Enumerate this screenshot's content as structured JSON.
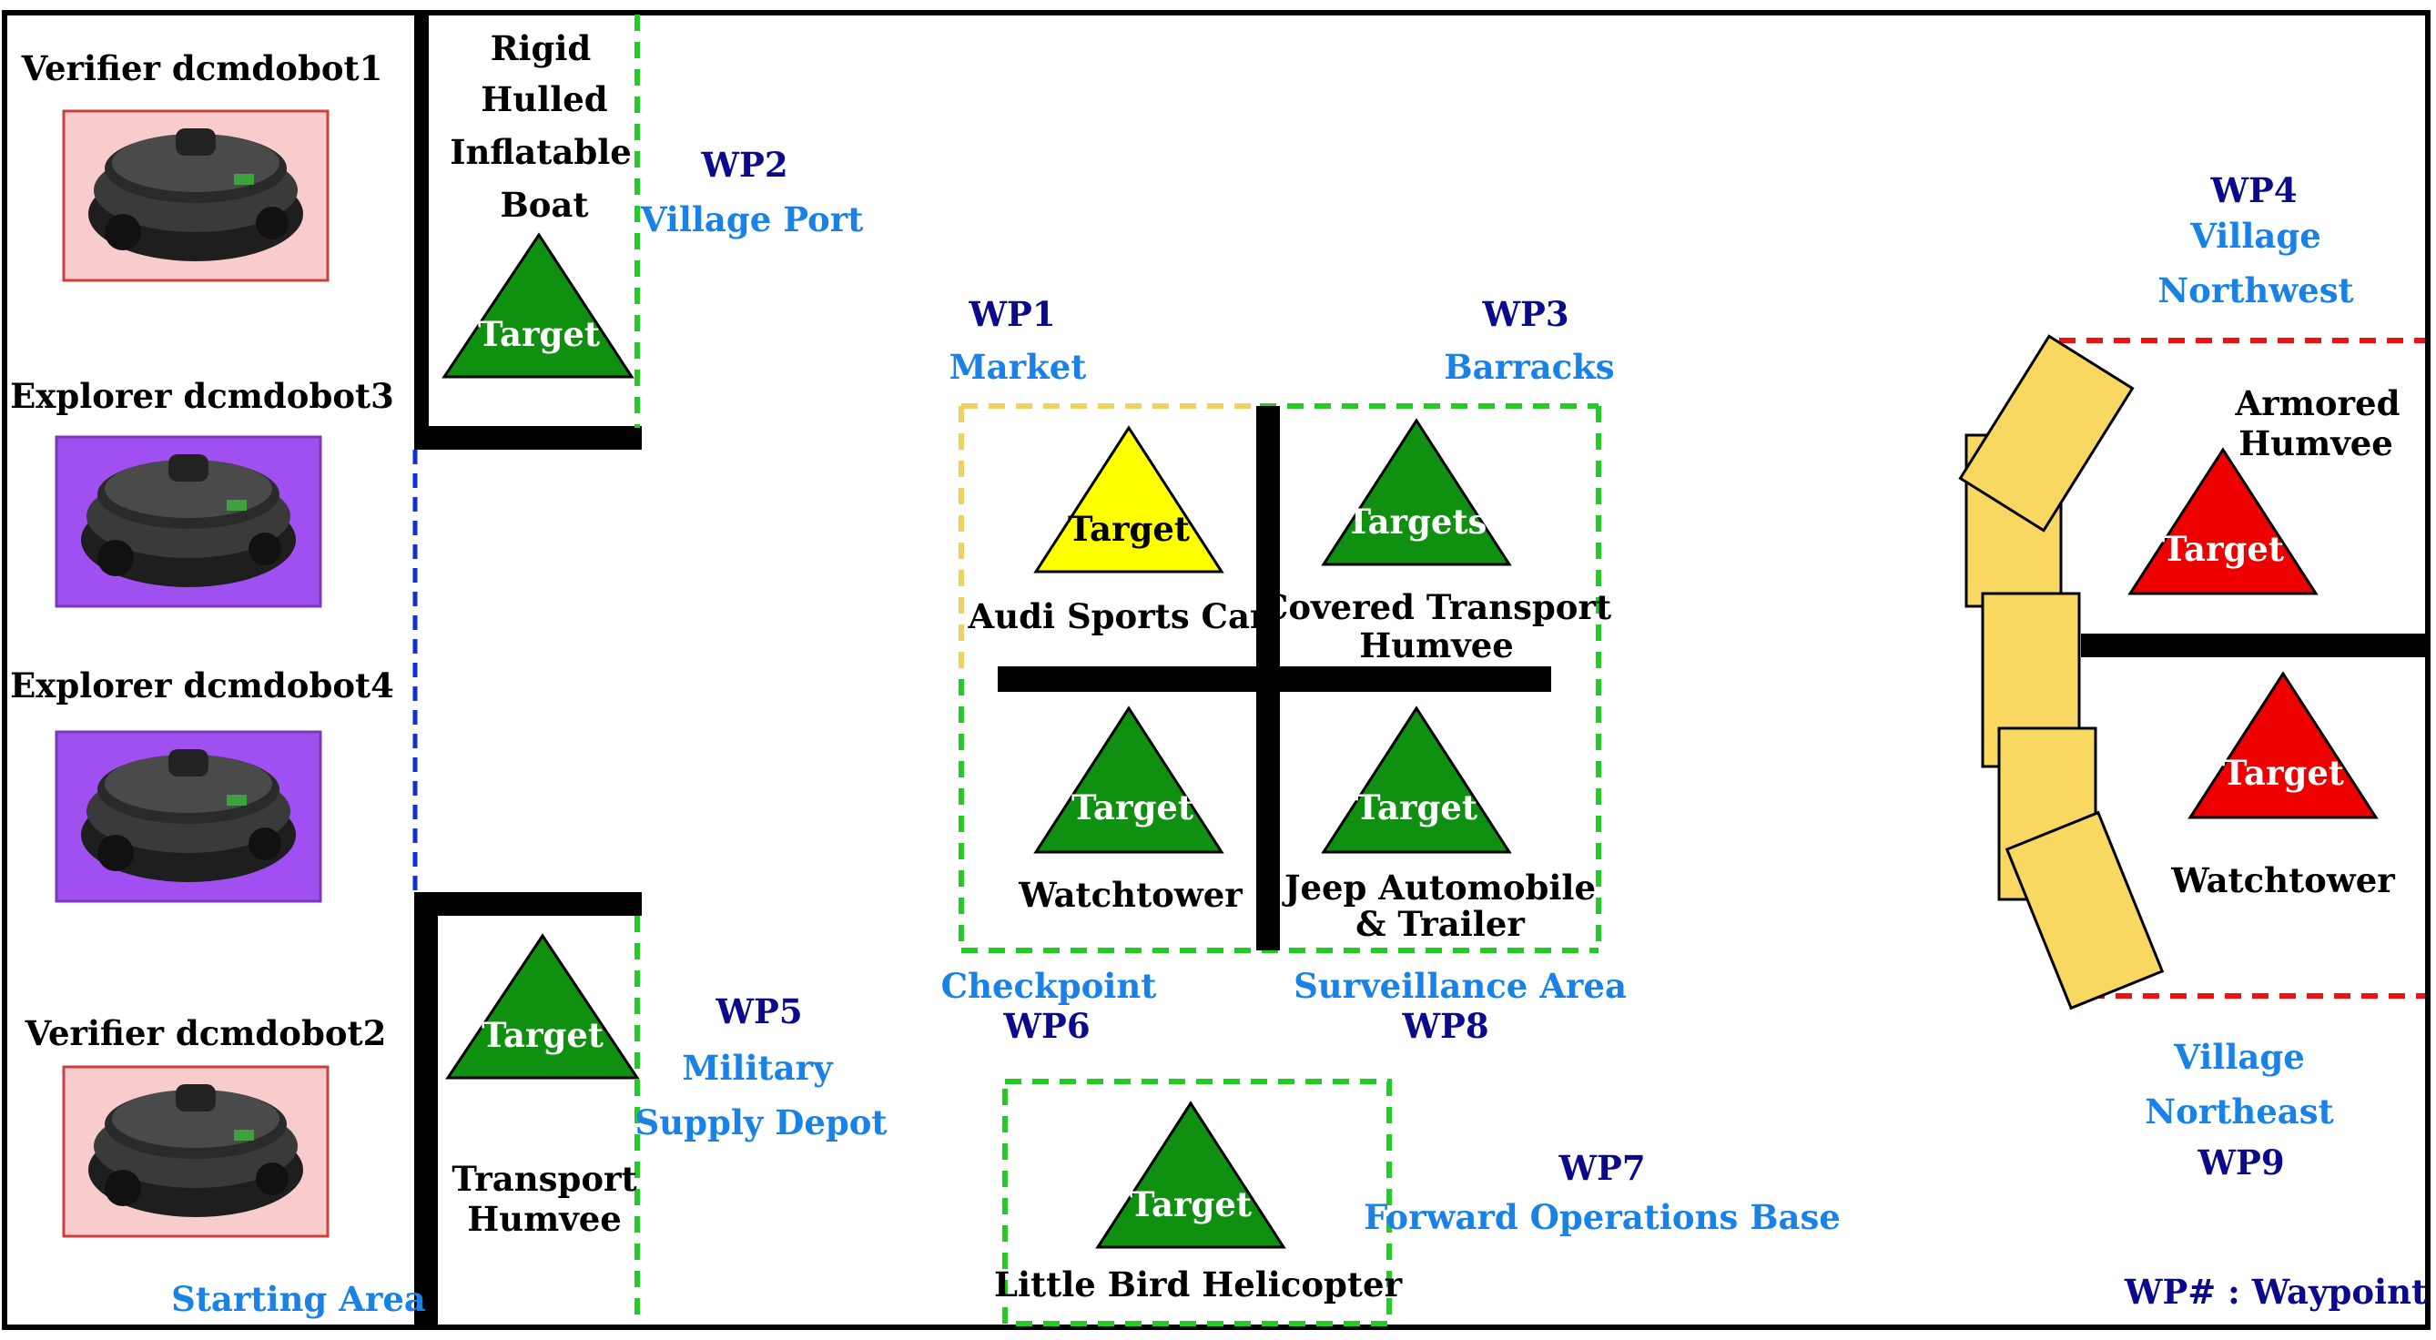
{
  "robots": [
    {
      "label": "Verifier dcmdobot1",
      "role": "verifier",
      "color": "#f8cccc"
    },
    {
      "label": "Explorer dcmdobot3",
      "role": "explorer",
      "color": "#a050f0"
    },
    {
      "label": "Explorer dcmdobot4",
      "role": "explorer",
      "color": "#a050f0"
    },
    {
      "label": "Verifier dcmdobot2",
      "role": "verifier",
      "color": "#f8cccc"
    }
  ],
  "starting_area": "Starting Area",
  "waypoints": {
    "wp1": {
      "id": "WP1",
      "name": "Market"
    },
    "wp2": {
      "id": "WP2",
      "name": "Village Port"
    },
    "wp3": {
      "id": "WP3",
      "name": "Barracks"
    },
    "wp4": {
      "id": "WP4",
      "name_line1": "Village",
      "name_line2": "Northwest"
    },
    "wp5": {
      "id": "WP5",
      "name_line1": "Military",
      "name_line2": "Supply Depot"
    },
    "wp6": {
      "id": "WP6",
      "name": "Checkpoint"
    },
    "wp7": {
      "id": "WP7",
      "name": "Forward Operations Base"
    },
    "wp8": {
      "id": "WP8",
      "name": "Surveillance Area"
    },
    "wp9": {
      "id": "WP9",
      "name_line1": "Village",
      "name_line2": "Northeast"
    }
  },
  "targets": {
    "boat": {
      "tri": "Target",
      "lines": [
        "Rigid",
        "Hulled",
        "Inflatable",
        "Boat"
      ],
      "color": "#109010"
    },
    "transport_humvee": {
      "tri": "Target",
      "lines": [
        "Transport",
        "Humvee"
      ],
      "color": "#109010"
    },
    "audi": {
      "tri": "Target",
      "lines": [
        "Audi Sports Car"
      ],
      "color": "#ffff00"
    },
    "covered": {
      "tri": "Targets",
      "lines": [
        "Covered Transport",
        "Humvee"
      ],
      "color": "#109010"
    },
    "watchtower_center": {
      "tri": "Target",
      "lines": [
        "Watchtower"
      ],
      "color": "#109010"
    },
    "jeep": {
      "tri": "Target",
      "lines": [
        "Jeep Automobile",
        "& Trailer"
      ],
      "color": "#109010"
    },
    "helicopter": {
      "tri": "Target",
      "lines": [
        "Little Bird Helicopter"
      ],
      "color": "#109010"
    },
    "armored": {
      "tri": "Target",
      "lines": [
        "Armored",
        "Humvee"
      ],
      "color": "#ee0000"
    },
    "watchtower_east": {
      "tri": "Target",
      "lines": [
        "Watchtower"
      ],
      "color": "#ee0000"
    }
  },
  "legend": "WP# : Waypoint",
  "colors": {
    "green_zone": "#22cc22",
    "yellow_zone": "#f0d060",
    "blue_zone": "#1030d0",
    "red_zone": "#ee1111",
    "wall": "#000000",
    "building": "#f8d860"
  }
}
